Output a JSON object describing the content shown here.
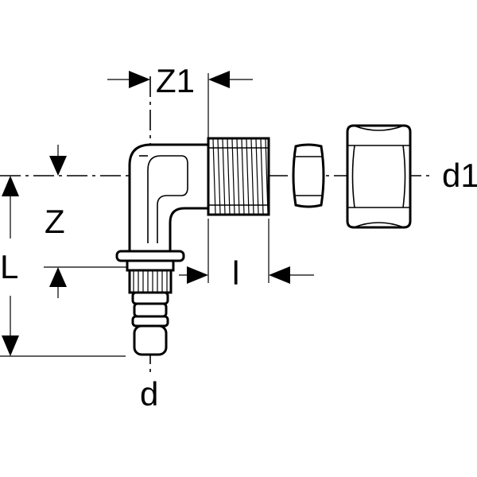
{
  "labels": {
    "z1": "Z1",
    "d1": "d1",
    "z": "Z",
    "l_upper": "L",
    "l_lower": "l",
    "d": "d"
  }
}
